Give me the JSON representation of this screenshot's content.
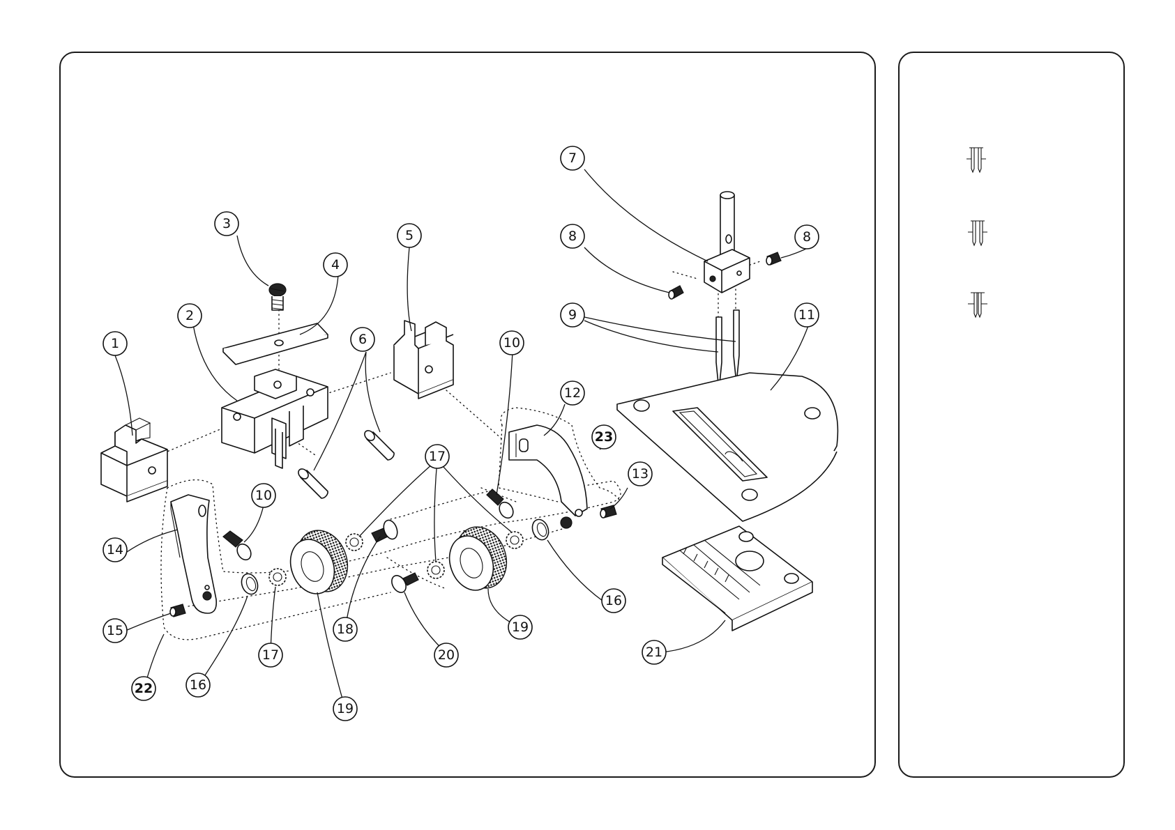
{
  "callouts": [
    {
      "label": "1"
    },
    {
      "label": "2"
    },
    {
      "label": "3"
    },
    {
      "label": "4"
    },
    {
      "label": "5"
    },
    {
      "label": "6"
    },
    {
      "label": "7"
    },
    {
      "label": "8"
    },
    {
      "label": "8"
    },
    {
      "label": "9"
    },
    {
      "label": "10"
    },
    {
      "label": "10"
    },
    {
      "label": "11"
    },
    {
      "label": "12"
    },
    {
      "label": "13"
    },
    {
      "label": "14"
    },
    {
      "label": "15"
    },
    {
      "label": "16"
    },
    {
      "label": "16"
    },
    {
      "label": "17"
    },
    {
      "label": "17"
    },
    {
      "label": "18"
    },
    {
      "label": "19"
    },
    {
      "label": "19"
    },
    {
      "label": "20"
    },
    {
      "label": "21"
    },
    {
      "label": "22"
    },
    {
      "label": "23"
    }
  ],
  "side_icons": [
    "twin-needle-icon",
    "twin-needle-icon",
    "twin-needle-icon"
  ]
}
